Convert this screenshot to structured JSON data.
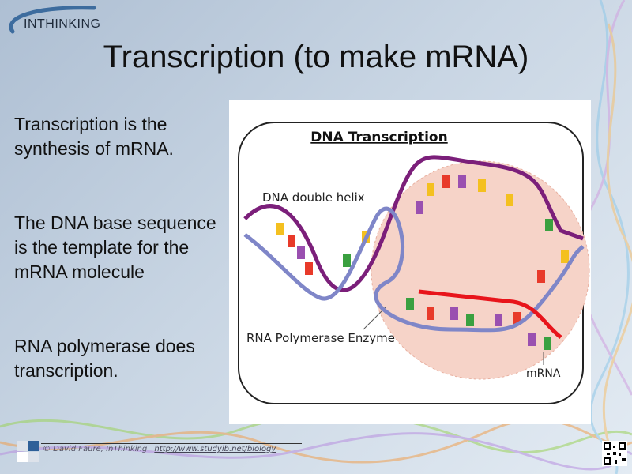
{
  "logo": {
    "text": "INTHINKING"
  },
  "slide": {
    "title": "Transcription (to make mRNA)",
    "bullets": [
      "Transcription is the synthesis of mRNA.",
      "The DNA base sequence is the template for the mRNA molecule",
      "RNA polymerase does transcription."
    ]
  },
  "diagram": {
    "title": "DNA Transcription",
    "labels": {
      "helix": "DNA double helix",
      "enzyme": "RNA Polymerase Enzyme",
      "mrna": "mRNA"
    },
    "colors": {
      "dna_purple": "#7b1f7a",
      "dna_blue": "#7f86c8",
      "mrna_red": "#e8141b",
      "enzyme_bg": "#f6d3c8"
    }
  },
  "footer": {
    "credit": "© David Faure, InThinking",
    "link": "http://www.studyib.net/biology"
  }
}
